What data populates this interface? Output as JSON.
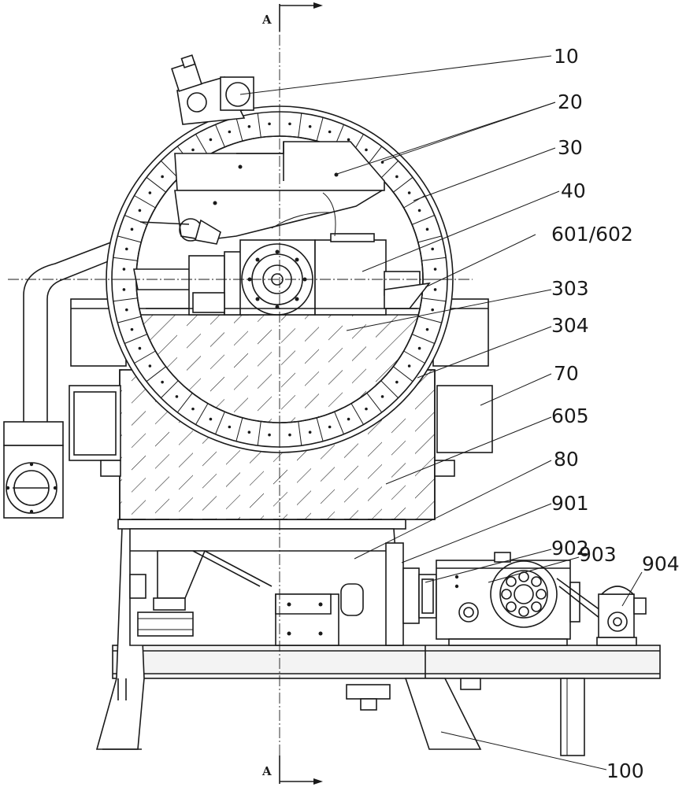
{
  "section_marks": {
    "top": "A",
    "bottom": "A"
  },
  "callouts": [
    {
      "id": "c10",
      "text": "10"
    },
    {
      "id": "c20",
      "text": "20"
    },
    {
      "id": "c30",
      "text": "30"
    },
    {
      "id": "c40",
      "text": "40"
    },
    {
      "id": "c601",
      "text": "601/602"
    },
    {
      "id": "c303",
      "text": "303"
    },
    {
      "id": "c304",
      "text": "304"
    },
    {
      "id": "c70",
      "text": "70"
    },
    {
      "id": "c605",
      "text": "605"
    },
    {
      "id": "c80",
      "text": "80"
    },
    {
      "id": "c901",
      "text": "901"
    },
    {
      "id": "c902",
      "text": "902"
    },
    {
      "id": "c903",
      "text": "903"
    },
    {
      "id": "c904",
      "text": "904"
    },
    {
      "id": "c100",
      "text": "100"
    }
  ],
  "colors": {
    "line": "#1a1a1a",
    "background": "#ffffff"
  }
}
